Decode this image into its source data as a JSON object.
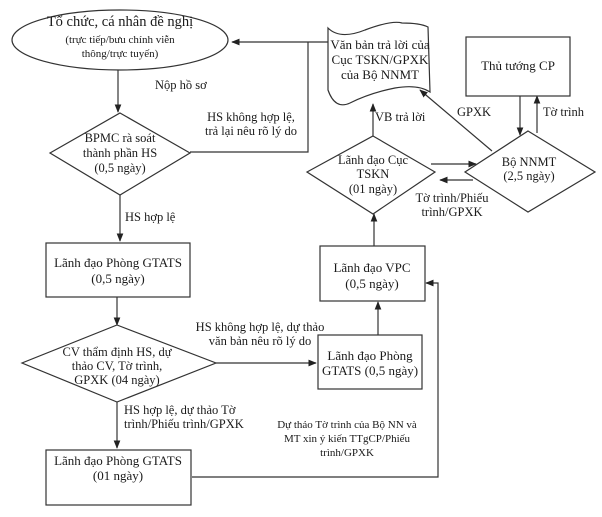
{
  "diagram": {
    "type": "flowchart",
    "nodes": {
      "applicant": {
        "shape": "ellipse",
        "lines": [
          "Tổ chức, cá nhân đề nghị",
          "(trực tiếp/bưu chính viễn",
          "thông/trực tuyến)"
        ]
      },
      "reply_doc": {
        "shape": "document",
        "lines": [
          "Văn bản trả lời của",
          "Cục TSKN/GPXK",
          "của Bộ NNMT"
        ]
      },
      "prime_minister": {
        "shape": "rectangle",
        "lines": [
          "Thủ tướng CP"
        ]
      },
      "bpmc_review": {
        "shape": "diamond",
        "lines": [
          "BPMC rà soát",
          "thành phần HS",
          "(0,5 ngày)"
        ]
      },
      "dept_head": {
        "shape": "diamond",
        "lines": [
          "Lãnh đạo Cục",
          "TSKN",
          "(01 ngày)"
        ]
      },
      "ministry": {
        "shape": "diamond",
        "lines": [
          "Bộ NNMT",
          "(2,5 ngày)"
        ]
      },
      "gtats_lead_1": {
        "shape": "rectangle",
        "lines": [
          "Lãnh đạo Phòng GTATS",
          "(0,5 ngày)"
        ]
      },
      "vpc_lead": {
        "shape": "rectangle",
        "lines": [
          "Lãnh đạo VPC",
          "(0,5 ngày)"
        ]
      },
      "cv_appraisal": {
        "shape": "diamond",
        "lines": [
          "CV thẩm định HS, dự",
          "thảo CV, Tờ trình,",
          "GPXK (04 ngày)"
        ]
      },
      "gtats_lead_2": {
        "shape": "rectangle",
        "lines": [
          "Lãnh đạo Phòng",
          "GTATS (0,5 ngày)"
        ]
      },
      "gtats_lead_3": {
        "shape": "rectangle",
        "lines": [
          "Lãnh đạo Phòng GTATS",
          "(01 ngày)"
        ]
      }
    },
    "edge_labels": {
      "submit": [
        "Nộp hồ sơ"
      ],
      "invalid_return": [
        "HS không hợp lệ,",
        "trả lại nêu rõ lý do"
      ],
      "valid": [
        "HS hợp lệ"
      ],
      "reply": [
        "VB trả lời"
      ],
      "gpxk": [
        "GPXK"
      ],
      "submission": [
        "Tờ trình"
      ],
      "to_dept": [
        "Tờ trình/Phiếu",
        "trình/GPXK"
      ],
      "invalid_draft": [
        "HS không hợp lệ, dự thảo",
        "văn bản nêu rõ lý do"
      ],
      "valid_draft": [
        "HS hợp lệ, dự thảo Tờ",
        "trình/Phiếu trình/GPXK"
      ],
      "draft_to_vpc": [
        "Dự thảo Tờ trình của Bộ NN và",
        "MT xin ý kiến TTgCP/Phiếu",
        "trình/GPXK"
      ]
    },
    "edges": [
      {
        "from": "applicant",
        "to": "bpmc_review",
        "label": "submit"
      },
      {
        "from": "bpmc_review",
        "to": "applicant",
        "label": "invalid_return"
      },
      {
        "from": "reply_doc",
        "to": "applicant",
        "label": ""
      },
      {
        "from": "bpmc_review",
        "to": "gtats_lead_1",
        "label": "valid"
      },
      {
        "from": "gtats_lead_1",
        "to": "cv_appraisal",
        "label": ""
      },
      {
        "from": "cv_appraisal",
        "to": "gtats_lead_2",
        "label": "invalid_draft"
      },
      {
        "from": "cv_appraisal",
        "to": "gtats_lead_3",
        "label": "valid_draft"
      },
      {
        "from": "gtats_lead_2",
        "to": "vpc_lead",
        "label": ""
      },
      {
        "from": "gtats_lead_3",
        "to": "vpc_lead",
        "label": "draft_to_vpc"
      },
      {
        "from": "vpc_lead",
        "to": "dept_head",
        "label": ""
      },
      {
        "from": "dept_head",
        "to": "reply_doc",
        "label": "reply"
      },
      {
        "from": "dept_head",
        "to": "ministry",
        "label": ""
      },
      {
        "from": "ministry",
        "to": "dept_head",
        "label": "to_dept"
      },
      {
        "from": "ministry",
        "to": "reply_doc",
        "label": "gpxk"
      },
      {
        "from": "ministry",
        "to": "prime_minister",
        "label": "submission"
      },
      {
        "from": "prime_minister",
        "to": "ministry",
        "label": ""
      }
    ]
  }
}
